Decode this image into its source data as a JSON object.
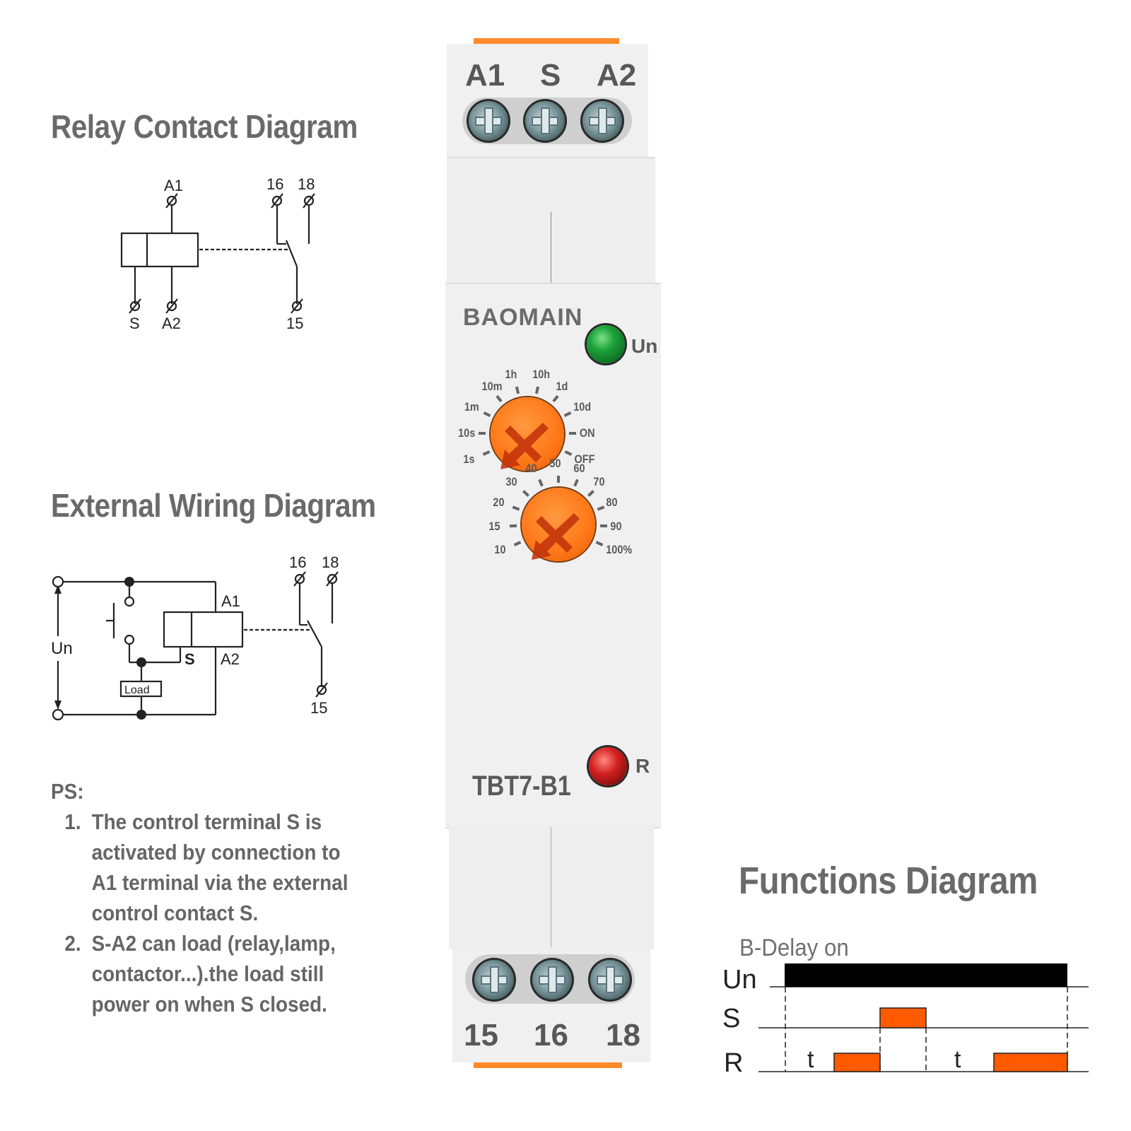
{
  "relay_contact_diagram": {
    "title": "Relay Contact Diagram",
    "labels": {
      "a1": "A1",
      "s": "S",
      "a2": "A2",
      "t16": "16",
      "t18": "18",
      "t15": "15"
    }
  },
  "external_wiring_diagram": {
    "title": "External Wiring Diagram",
    "labels": {
      "un": "Un",
      "a1": "A1",
      "a2": "A2",
      "s": "S",
      "load": "Load",
      "t16": "16",
      "t18": "18",
      "t15": "15"
    }
  },
  "notes": {
    "header": "PS:",
    "items": [
      "The control terminal S is activated by connection to A1 terminal via the external control contact S.",
      "S-A2 can load (relay,lamp, contactor...).the load still power on when S closed."
    ]
  },
  "device": {
    "brand": "BAOMAIN",
    "model": "TBT7-B1",
    "top_terminals": [
      "A1",
      "S",
      "A2"
    ],
    "bottom_terminals": [
      "15",
      "16",
      "18"
    ],
    "leds": [
      {
        "label": "Un",
        "color": "#1ea43a"
      },
      {
        "label": "R",
        "color": "#d32020"
      }
    ],
    "time_range_dial": [
      "1s",
      "10s",
      "1m",
      "10m",
      "1h",
      "10h",
      "1d",
      "10d",
      "ON",
      "OFF"
    ],
    "percentage_dial": [
      "10",
      "15",
      "20",
      "30",
      "40",
      "50",
      "60",
      "70",
      "80",
      "90",
      "100%"
    ],
    "accent_color": "#ff7a1a"
  },
  "functions_diagram": {
    "title": "Functions Diagram",
    "subtitle": "B-Delay on",
    "rows": [
      "Un",
      "S",
      "R"
    ],
    "delay_label": "t",
    "signal_color": "#ff5a00"
  }
}
